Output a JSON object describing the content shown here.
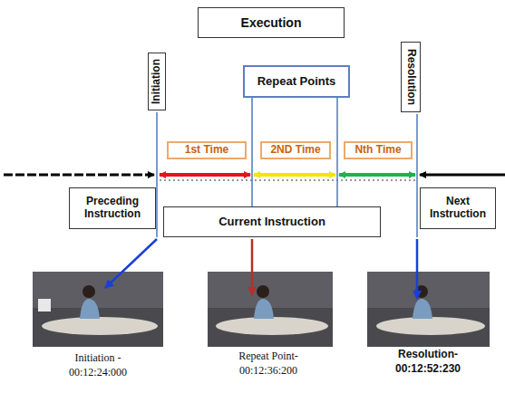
{
  "diagram": {
    "nodes": [
      {
        "text": [
          "Execution"
        ]
      },
      {
        "text": [
          "Repeat Points"
        ]
      },
      {
        "text": [
          "Initiation"
        ]
      },
      {
        "text": [
          "Resolution"
        ]
      },
      {
        "text": [
          "1st Time"
        ]
      },
      {
        "text": [
          "2ND Time"
        ]
      },
      {
        "text": [
          "Nth Time"
        ]
      },
      {
        "text": [
          "Preceding Instruction"
        ]
      },
      {
        "text": [
          "Current Instruction"
        ]
      },
      {
        "text": [
          "Next Instruction"
        ]
      }
    ],
    "edges": [
      {
        "from": 1,
        "to": 8,
        "arrow": "none"
      },
      {
        "from": 1,
        "to": 8,
        "arrow": "none"
      }
    ],
    "labels": [
      "Initiation - 00:12:24:000",
      "Repeat Point- 00:12:36:200",
      "Resolution- 00:12:52:230"
    ]
  }
}
